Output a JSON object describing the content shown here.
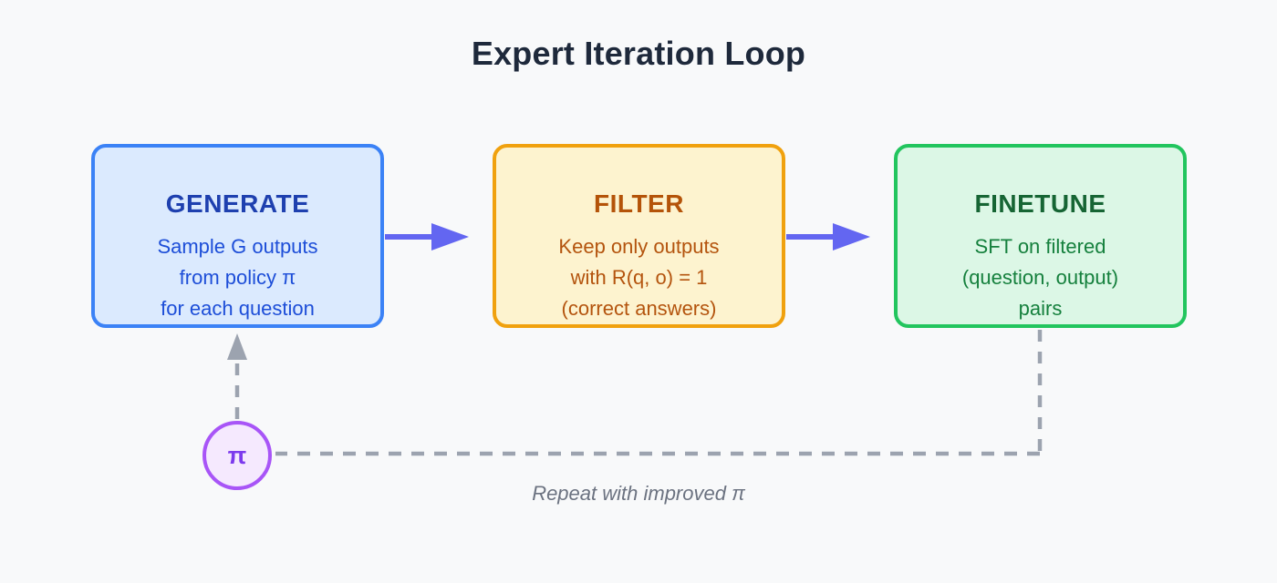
{
  "title": "Expert Iteration Loop",
  "boxes": [
    {
      "id": "generate",
      "title": "GENERATE",
      "lines": [
        "Sample G outputs",
        "from policy π",
        "for each question"
      ],
      "fill": "#dbeafe",
      "border": "#3b82f6",
      "title_color": "#1e40af",
      "text_color": "#1d4ed8"
    },
    {
      "id": "filter",
      "title": "FILTER",
      "lines": [
        "Keep only outputs",
        "with R(q, o) = 1",
        "(correct answers)"
      ],
      "fill": "#fdf3cf",
      "border": "#f0a10e",
      "title_color": "#b45309",
      "text_color": "#b4540e"
    },
    {
      "id": "finetune",
      "title": "FINETUNE",
      "lines": [
        "SFT on filtered",
        "(question, output)",
        "pairs"
      ],
      "fill": "#dcf7e6",
      "border": "#22c55e",
      "title_color": "#166534",
      "text_color": "#15803d"
    }
  ],
  "policy_node": {
    "symbol": "π",
    "fill": "#f5e9fe",
    "border": "#a855f7",
    "color": "#7c3aed"
  },
  "loop_caption": "Repeat with improved π",
  "colors": {
    "background": "#f8f9fa",
    "title": "#1e293b",
    "arrow": "#6366f1",
    "dashed_loop": "#9ca3af",
    "caption": "#6b7280"
  }
}
